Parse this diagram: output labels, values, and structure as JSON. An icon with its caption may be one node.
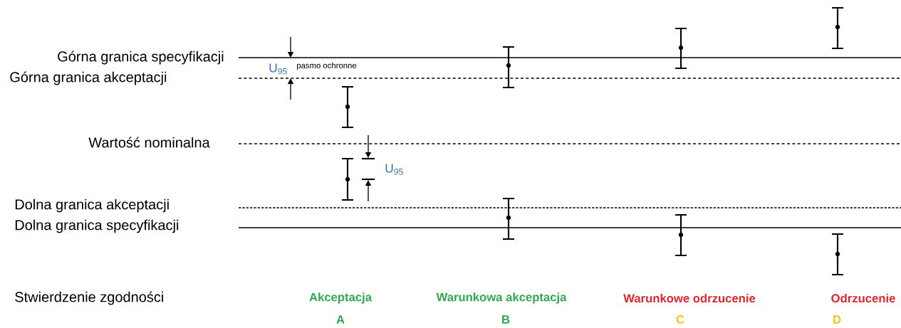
{
  "diagram": {
    "labels": [
      "Górna granica specyfikacji",
      "U$_{95}$",
      "pasmo ochronne",
      "Górna granica akceptacji",
      "Wartość nominalna",
      "U$_{95}$",
      "Dolna granica akceptacji",
      "Dolna granica specyfikacji",
      "Stwierdzenie zgodności",
      "Akceptacja",
      "Warunkowa akceptacja",
      "Warunkowe odrzucenie",
      "Odrzucenie",
      "A",
      "B",
      "C",
      "D"
    ]
  }
}
